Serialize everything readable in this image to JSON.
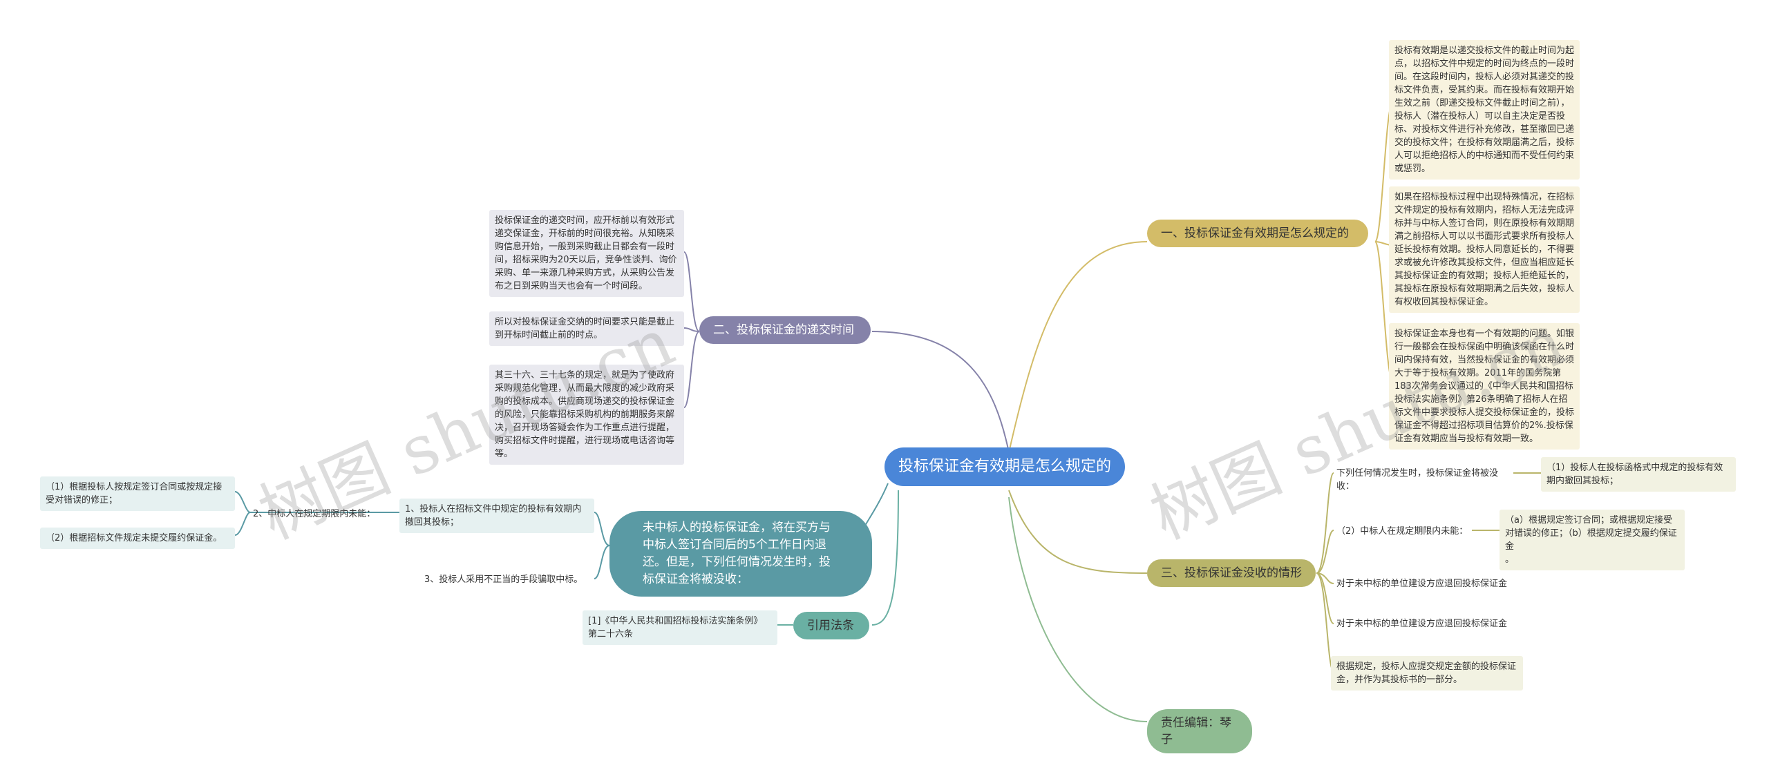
{
  "root": "投标保证金有效期是怎么规定的",
  "watermark": "树图 shutu.cn",
  "branches": {
    "b1": {
      "label": "一、投标保证金有效期是怎么规定的",
      "leaves": [
        "投标有效期是以递交投标文件的截止时间为起点，以招标文件中规定的时间为终点的一段时间。在这段时间内，投标人必须对其递交的投标文件负责，受其约束。而在投标有效期开始生效之前（即递交投标文件截止时间之前），投标人（潜在投标人）可以自主决定是否投标、对投标文件进行补充修改，甚至撤回已递交的投标文件；在投标有效期届满之后，投标人可以拒绝招标人的中标通知而不受任何约束或惩罚。",
        "如果在招标投标过程中出现特殊情况，在招标文件规定的投标有效期内，招标人无法完成评标并与中标人签订合同，则在原投标有效期期满之前招标人可以以书面形式要求所有投标人延长投标有效期。投标人同意延长的，不得要求或被允许修改其投标文件，但应当相应延长其投标保证金的有效期；投标人拒绝延长的，其投标在原投标有效期期满之后失效，投标人有权收回其投标保证金。",
        "投标保证金本身也有一个有效期的问题。如银行一般都会在投标保函中明确该保函在什么时间内保持有效，当然投标保证金的有效期必须大于等于投标有效期。2011年的国务院第183次常务会议通过的《中华人民共和国招标投标法实施条例》第26条明确了招标人在招标文件中要求投标人提交投标保证金的，投标保证金不得超过招标项目估算价的2%.投标保证金有效期应当与投标有效期一致。"
      ]
    },
    "b2": {
      "label": "二、投标保证金的递交时间",
      "leaves": [
        "投标保证金的递交时间，应开标前以有效形式递交保证金，开标前的时间很充裕。从知晓采购信息开始，一般到采购截止日都会有一段时间，招标采购为20天以后，竞争性谈判、询价采购、单一来源几种采购方式，从采购公告发布之日到采购当天也会有一个时间段。",
        "所以对投标保证金交纳的时间要求只能是截止到开标时间截止前的时点。",
        "其三十六、三十七条的规定，就是为了使政府采购规范化管理，从而最大限度的减少政府采购的投标成本。供应商现场递交的投标保证金的风险，只能靠招标采购机构的前期服务来解决，召开现场答疑会作为工作重点进行提醒，购买招标文件时提醒，进行现场或电话咨询等等。"
      ]
    },
    "b3": {
      "label": "三、投标保证金没收的情形",
      "items": [
        "下列任何情况发生时，投标保证金将被没收：",
        "（1）投标人在投标函格式中规定的投标有效期内撤回其投标；",
        "（2）中标人在规定期限内未能：",
        "（a）根据规定签订合同；或根据规定接受对错误的修正；（b）根据规定提交履约保证金",
        "。",
        "对于未中标的单位建设方应退回投标保证金",
        "对于未中标的单位建设方应退回投标保证金",
        "根据规定，投标人应提交规定金额的投标保证金，并作为其投标书的一部分。"
      ]
    },
    "b4": {
      "label": "责任编辑：琴子"
    },
    "b5": {
      "label": "未中标人的投标保证金，将在买方与中标人签订合同后的5个工作日内退还。但是，下列任何情况发生时，投标保证金将被没收：",
      "items": [
        "1、投标人在招标文件中规定的投标有效期内撤回其投标；",
        "2、中标人在规定期限内未能：",
        "（1）根据投标人按规定签订合同或按规定接受对错误的修正；",
        "（2）根据招标文件规定未提交履约保证金。",
        "3、投标人采用不正当的手段骗取中标。"
      ]
    },
    "b6": {
      "label": "引用法条",
      "leaves": [
        "[1]《中华人民共和国招标投标法实施条例》 第二十六条"
      ]
    }
  },
  "colors": {
    "root": "#4a86d8",
    "b1": "#d3bc68",
    "b2": "#8582a9",
    "b3": "#b9b56a",
    "b4": "#8fbc92",
    "b5": "#5a9aa4",
    "b6": "#6ab0a3"
  }
}
